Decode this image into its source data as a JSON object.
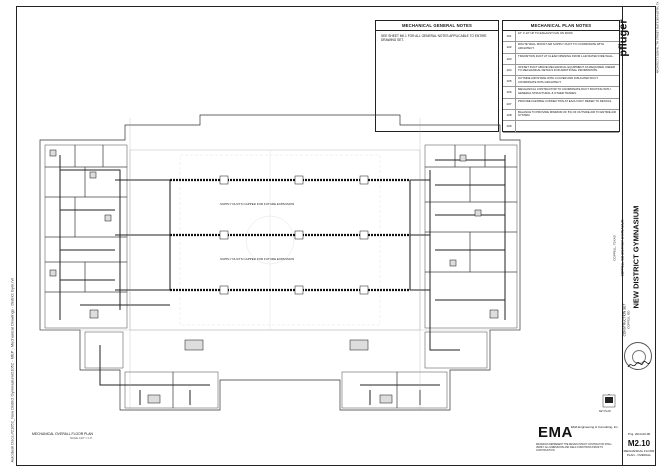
{
  "side_stamp": "Autodesk Docs://21052_New District Gymnasium/21052 - MEP - Mechanical Drawings - District Gym.rvt",
  "general_notes": {
    "title": "MECHANICAL GENERAL NOTES",
    "text": "SEE SHEET M0.1 FOR ALL GENERAL NOTES APPLICABLE TO ENTIRE DRAWING SET."
  },
  "plan_notes": {
    "title": "MECHANICAL PLAN NOTES",
    "items": [
      {
        "num": "101",
        "text": "10\" X 10\" UP TO EXHAUST FAN ON ROOF."
      },
      {
        "num": "102",
        "text": "ROUTE WALL MOUNT AIR SUPPLY DUCT TO COORDINATE WITH ARCHITECT."
      },
      {
        "num": "103",
        "text": "TRANSITION DUCT AT CLEAR OPENING FROM 1-HR RATED FIRE WALL."
      },
      {
        "num": "104",
        "text": "OFFSET DUCT ABOVE MECHANICAL EQUIPMENT AS REQUIRED. REFER TO MECHANICAL DETAILS FOR ADDITIONAL INFORMATION."
      },
      {
        "num": "105",
        "text": "OUTSIDE AIR INTAKE WITH LOUVER AND INSULATED DUCT. COORDINATE WITH ARCHITECT."
      },
      {
        "num": "106",
        "text": "MECHANICAL CONTRACTOR TO COORDINATE DUCT ROUTING WITH GENERAL STRUCTURAL & OTHER TRADES."
      },
      {
        "num": "107",
        "text": "PROVIDE FLEXIBLE CONNECTION AT EACH UNIT. REFER TO DETAILS."
      },
      {
        "num": "108",
        "text": "BALANCE TO PROVIDE MINIMUM OF 5% OF OUTSIDE AIR TO ENTIRE AIR SYSTEM."
      },
      {
        "num": "109",
        "text": ""
      }
    ]
  },
  "firm": {
    "logo": "pfluger",
    "address": "ARCHITECTS  3500 W. 7TH STREET  SUITE 300  AUSTIN, TX"
  },
  "project": {
    "title": "NEW DISTRICT GYMNASIUM",
    "subtitle": "COPPELL ISD DISTRICT GYMNASIUM",
    "address": "COPPELL, TEXAS"
  },
  "construction_label": "CONSTRUCTION SET",
  "owner_block": "COPPELL ISD",
  "consultant": {
    "logo": "EMA",
    "name": "EMA Engineering & Consulting, Inc.",
    "disclaimer": "DRAWINGS REPRESENT THE DESIGN INTENT. CONTRACTOR SHALL VERIFY ALL DIMENSIONS AND FIELD CONDITIONS PRIOR TO CONSTRUCTION."
  },
  "sheet": {
    "project_number": "Proj. 2014-00-00",
    "number": "M2.10",
    "name": "MECHANICAL FLOOR",
    "subname": "PLAN - OVERALL"
  },
  "plan_title": "MECHANICAL OVERALL FLOOR PLAN",
  "scale_note": "SCALE: 1/16\" = 1'-0\"",
  "keyplan_label": "KEY PLAN",
  "drawing": {
    "notes": [
      "SUPPLY DUCTS CAPPED FOR FUTURE EXPANSION",
      "SUPPLY DUCTS CAPPED FOR FUTURE EXPANSION"
    ]
  }
}
